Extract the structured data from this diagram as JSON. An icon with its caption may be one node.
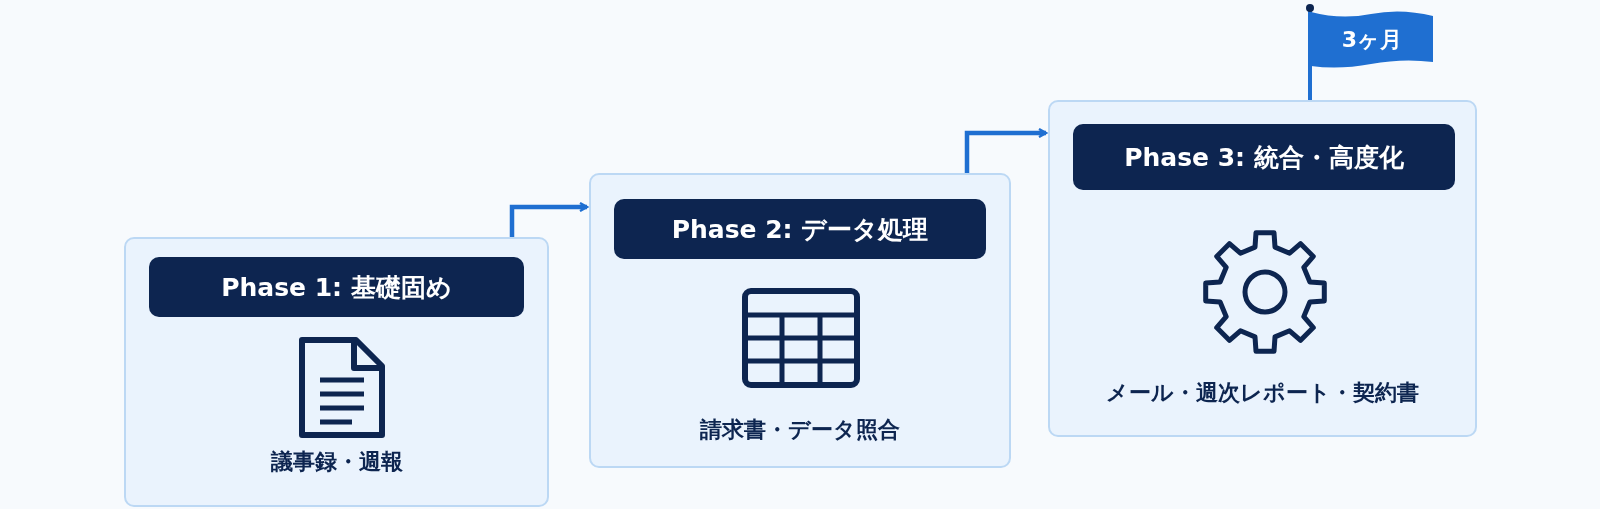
{
  "diagram": {
    "nodes": [
      {
        "text": [
          "議事録・週報"
        ]
      },
      {
        "text": [
          "Phase 1: 基礎固め"
        ],
        "in": 0
      },
      {
        "text": [
          "請求書・データ照合"
        ]
      },
      {
        "text": [
          "Phase 2: データ処理"
        ],
        "in": 2
      },
      {
        "text": [
          "メール・週次レポート・契約書"
        ]
      },
      {
        "text": [
          "Phase 3: 統合・高度化"
        ],
        "in": 4
      },
      {
        "text": [
          "3ヶ月"
        ]
      }
    ],
    "edges": [
      {
        "from": 0,
        "to": 2,
        "arrow": "to"
      },
      {
        "from": 2,
        "to": 4,
        "arrow": "to"
      }
    ]
  }
}
